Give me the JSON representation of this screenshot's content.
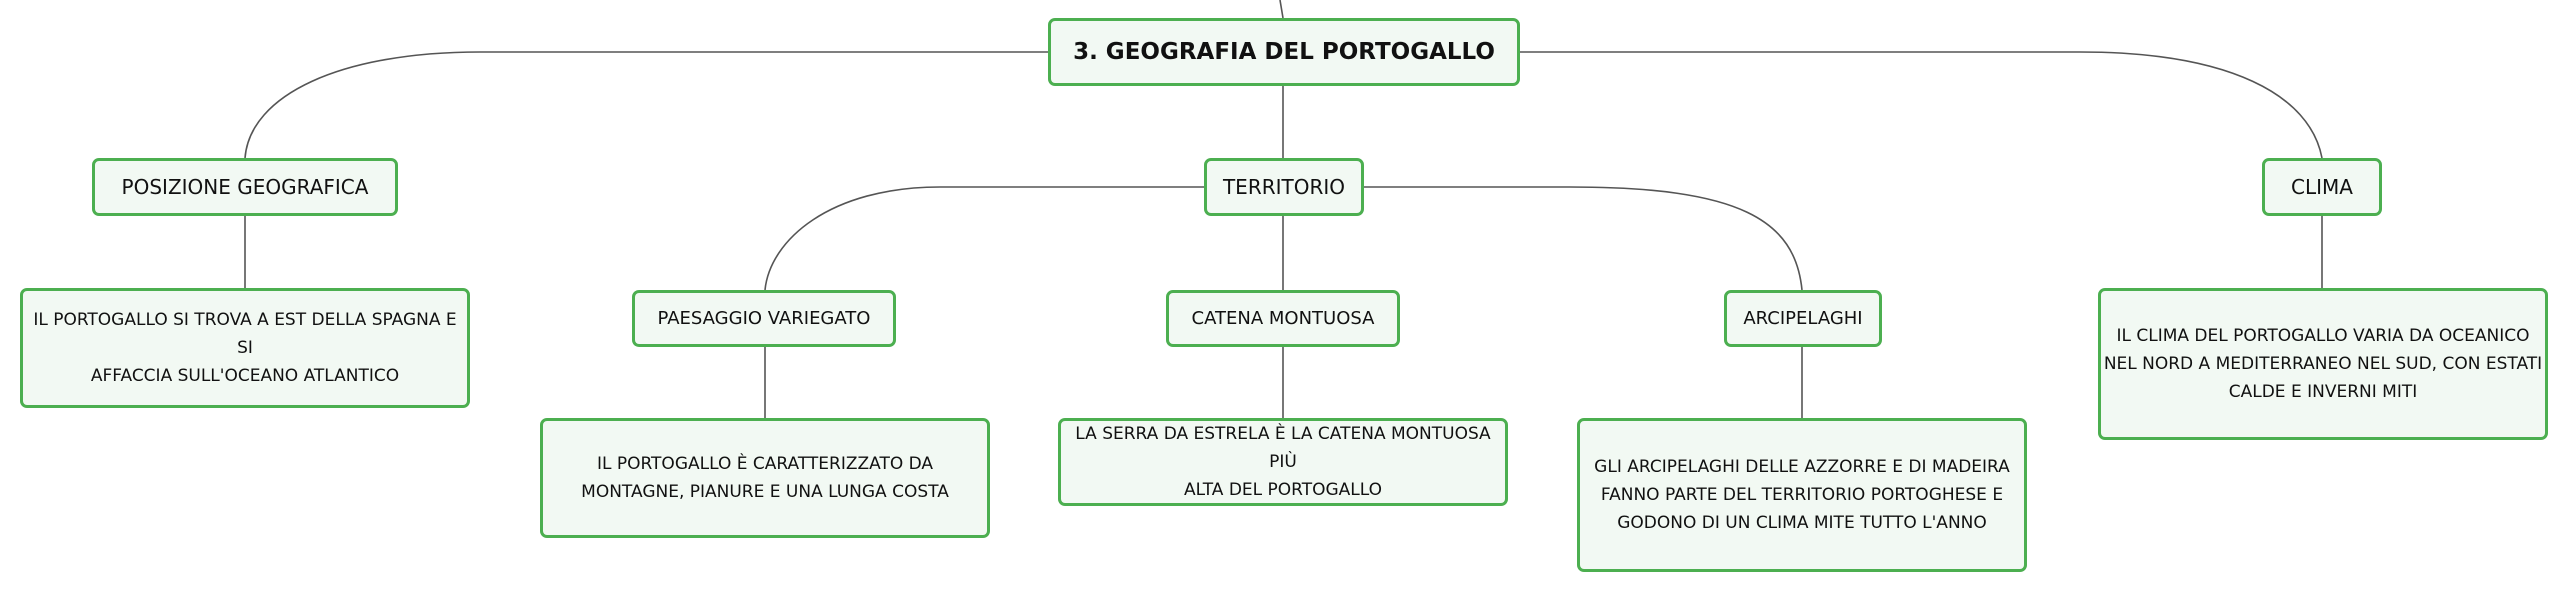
{
  "colors": {
    "border": "#4caf50",
    "fill": "#f2f9f3",
    "link": "#555555",
    "text": "#111111"
  },
  "root": {
    "label": "3. GEOGRAFIA DEL PORTOGALLO"
  },
  "topics": {
    "posizione": {
      "label": "POSIZIONE GEOGRAFICA"
    },
    "territorio": {
      "label": "TERRITORIO"
    },
    "clima": {
      "label": "CLIMA"
    }
  },
  "subtopics": {
    "paesaggio": {
      "label": "PAESAGGIO VARIEGATO"
    },
    "catena": {
      "label": "CATENA MONTUOSA"
    },
    "arcipelaghi": {
      "label": "ARCIPELAGHI"
    }
  },
  "details": {
    "posizione": "IL PORTOGALLO SI TROVA A EST DELLA SPAGNA E SI\nAFFACCIA SULL'OCEANO ATLANTICO",
    "paesaggio": "IL PORTOGALLO È CARATTERIZZATO DA\nMONTAGNE, PIANURE E UNA LUNGA COSTA",
    "catena": "LA SERRA DA ESTRELA È LA CATENA MONTUOSA PIÙ\nALTA DEL PORTOGALLO",
    "arcipelaghi": "GLI ARCIPELAGHI DELLE AZZORRE E DI MADEIRA\nFANNO PARTE DEL TERRITORIO PORTOGHESE E\nGODONO DI UN CLIMA MITE TUTTO L'ANNO",
    "clima": "IL CLIMA DEL PORTOGALLO VARIA DA OCEANICO\nNEL NORD A MEDITERRANEO NEL SUD, CON ESTATI\nCALDE E INVERNI MITI"
  }
}
